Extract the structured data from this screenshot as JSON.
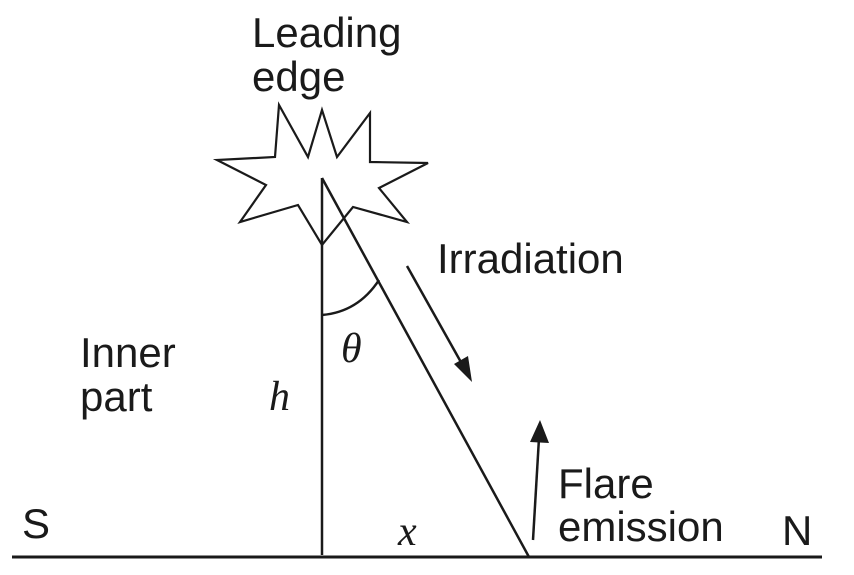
{
  "labels": {
    "leading_edge_line1": "Leading",
    "leading_edge_line2": "edge",
    "irradiation": "Irradiation",
    "inner_part_line1": "Inner",
    "inner_part_line2": "part",
    "flare_emission_line1": "Flare",
    "flare_emission_line2": "emission",
    "south": "S",
    "north": "N"
  },
  "variables": {
    "height": "h",
    "angle": "θ",
    "distance": "x"
  }
}
